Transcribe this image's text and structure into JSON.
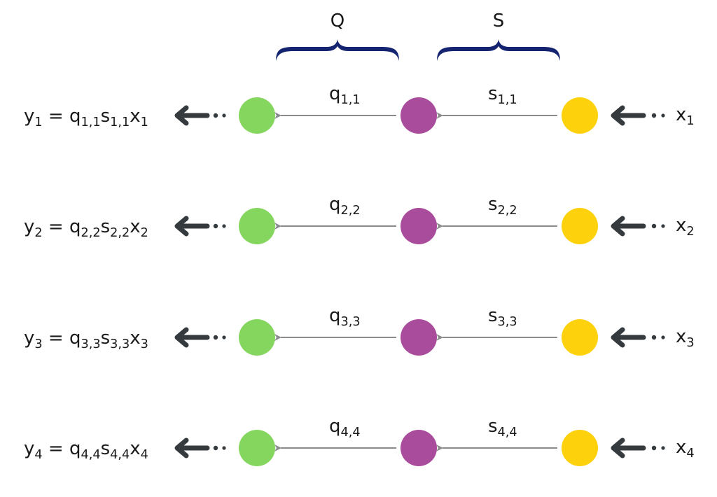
{
  "groups": [
    {
      "label": "Q"
    },
    {
      "label": "S"
    }
  ],
  "colors": {
    "output_node": "#85d65e",
    "middle_node": "#a94c9c",
    "input_node": "#fdd10c",
    "brace": "#142470",
    "thin_arrow": "#8a8b8d",
    "thick_arrow": "#343a3e"
  },
  "rows": [
    {
      "y": {
        "base": "y",
        "sub": "1"
      },
      "eq": "=",
      "q": {
        "base": "q",
        "sub": "1,1"
      },
      "s": {
        "base": "s",
        "sub": "1,1"
      },
      "x": {
        "base": "x",
        "sub": "1"
      }
    },
    {
      "y": {
        "base": "y",
        "sub": "2"
      },
      "eq": "=",
      "q": {
        "base": "q",
        "sub": "2,2"
      },
      "s": {
        "base": "s",
        "sub": "2,2"
      },
      "x": {
        "base": "x",
        "sub": "2"
      }
    },
    {
      "y": {
        "base": "y",
        "sub": "3"
      },
      "eq": "=",
      "q": {
        "base": "q",
        "sub": "3,3"
      },
      "s": {
        "base": "s",
        "sub": "3,3"
      },
      "x": {
        "base": "x",
        "sub": "3"
      }
    },
    {
      "y": {
        "base": "y",
        "sub": "4"
      },
      "eq": "=",
      "q": {
        "base": "q",
        "sub": "4,4"
      },
      "s": {
        "base": "s",
        "sub": "4,4"
      },
      "x": {
        "base": "x",
        "sub": "4"
      }
    }
  ]
}
